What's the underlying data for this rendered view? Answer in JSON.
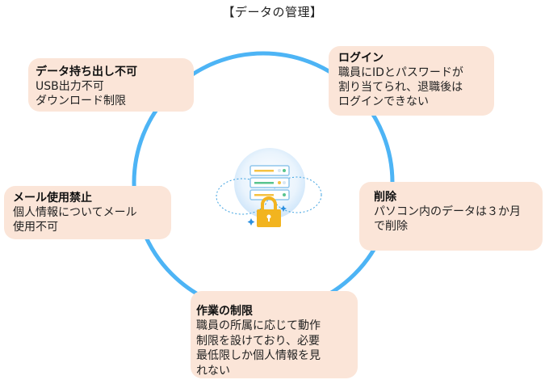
{
  "title": "【データの管理】",
  "colors": {
    "ring": "#4db4f5",
    "box_fill": "#fbe5d8",
    "lock": "#f2b41f",
    "server_bar_yellow": "#f5c242",
    "server_bar_green": "#59c48f"
  },
  "center_icon": {
    "name": "server-lock-icon",
    "description": "server stack with padlock"
  },
  "items": [
    {
      "id": "export",
      "heading": "データ持ち出し不可",
      "lines": [
        "USB出力不可",
        "ダウンロード制限"
      ]
    },
    {
      "id": "login",
      "heading": "ログイン",
      "lines": [
        "職員にIDとパスワードが",
        "割り当てられ、退職後は",
        "ログインできない"
      ]
    },
    {
      "id": "mail",
      "heading": "メール使用禁止",
      "lines": [
        "個人情報についてメール",
        "使用不可"
      ]
    },
    {
      "id": "delete",
      "heading": "削除",
      "lines": [
        "パソコン内のデータは３か月",
        "で削除"
      ]
    },
    {
      "id": "work",
      "heading": "作業の制限",
      "lines": [
        "職員の所属に応じて動作",
        "制限を設けており、必要",
        "最低限しか個人情報を見",
        "れない"
      ]
    }
  ]
}
